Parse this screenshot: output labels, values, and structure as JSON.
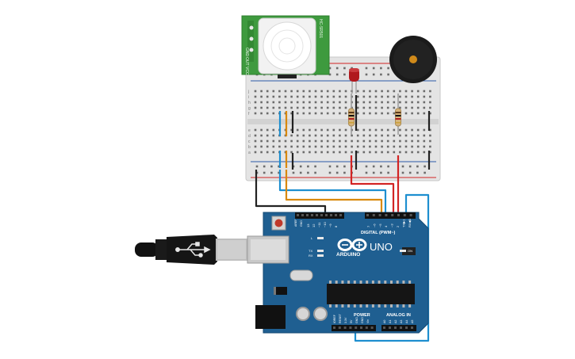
{
  "colors": {
    "board": "#1f5f91",
    "board_dark": "#154a73",
    "breadboard": "#e3e3e3",
    "pir_pcb": "#3e9a3e",
    "wire_black": "#222222",
    "wire_blue": "#1e8fd0",
    "wire_orange": "#d9890e",
    "wire_red": "#d22424",
    "led": "#b0181d",
    "buzzer": "#1b1b1b"
  },
  "pir_sensor": {
    "pin_labels": [
      "GND",
      "OUT",
      "VCC"
    ],
    "side_text": "HC-SR501"
  },
  "arduino": {
    "logo_text": "ARDUINO",
    "model": "UNO",
    "digital_header": "DIGITAL (PWM~)",
    "power_label": "POWER",
    "analog_label": "ANALOG IN",
    "on_label": "ON",
    "l_label": "L",
    "tx_label": "TX",
    "rx_label": "RX",
    "aref": "AREF",
    "gnd": "GND",
    "digital_pins": [
      "13",
      "12",
      "~11",
      "~10",
      "~9",
      "8",
      "7",
      "~6",
      "~5",
      "4",
      "~3",
      "2",
      "TX▶1",
      "RX◀0"
    ],
    "power_pins": [
      "IOREF",
      "RESET",
      "3.3V",
      "5V",
      "GND",
      "GND",
      "Vin"
    ],
    "analog_pins": [
      "A0",
      "A1",
      "A2",
      "A3",
      "A4",
      "A5"
    ]
  },
  "breadboard": {
    "row_letters_top": [
      "j",
      "i",
      "h",
      "g",
      "f"
    ],
    "row_letters_bottom": [
      "e",
      "d",
      "c",
      "b",
      "a"
    ]
  },
  "usb_cable": {
    "icon": "usb-icon"
  }
}
